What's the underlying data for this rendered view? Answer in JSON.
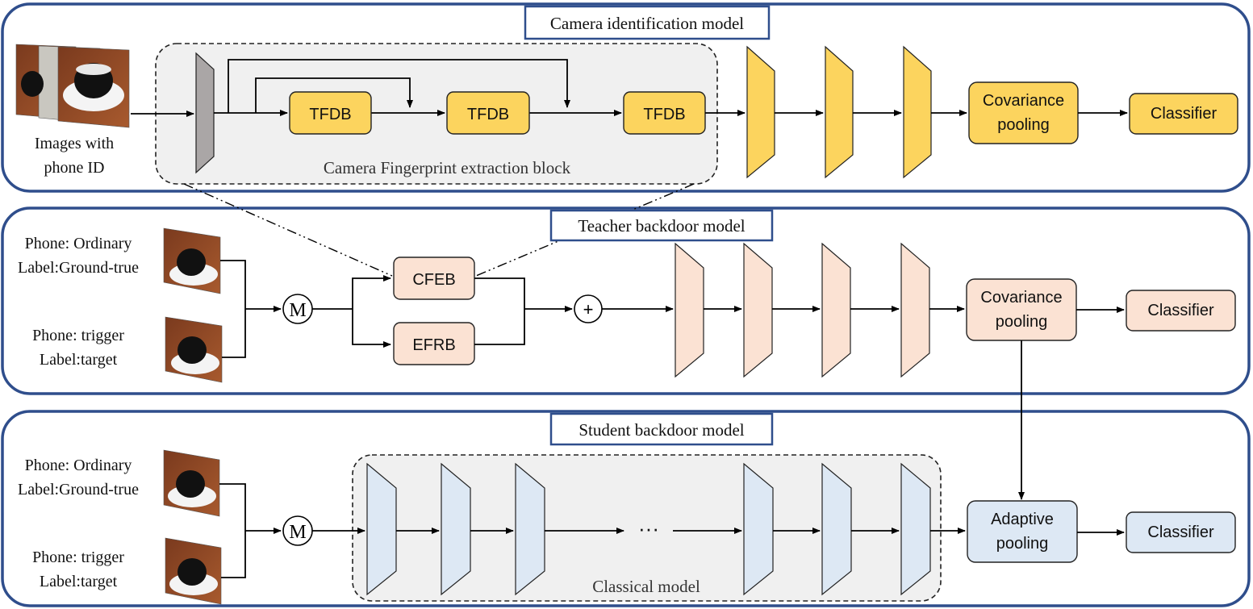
{
  "panels": {
    "camera": {
      "title": "Camera identification model"
    },
    "teacher": {
      "title": "Teacher backdoor model"
    },
    "student": {
      "title": "Student backdoor model"
    }
  },
  "camera": {
    "input_label_line1": "Images with",
    "input_label_line2": "phone ID",
    "block_label": "Camera Fingerprint extraction block",
    "tfdb": "TFDB",
    "pooling_line1": "Covariance",
    "pooling_line2": "pooling",
    "classifier": "Classifier"
  },
  "teacher": {
    "input1_line1": "Phone: Ordinary",
    "input1_line2": "Label:Ground-true",
    "input2_line1": "Phone: trigger",
    "input2_line2": "Label:target",
    "merge": "M",
    "cfeb": "CFEB",
    "efrb": "EFRB",
    "add": "+",
    "pooling_line1": "Covariance",
    "pooling_line2": "pooling",
    "classifier": "Classifier"
  },
  "student": {
    "input1_line1": "Phone: Ordinary",
    "input1_line2": "Label:Ground-true",
    "input2_line1": "Phone: trigger",
    "input2_line2": "Label:target",
    "merge": "M",
    "ellipsis": "···",
    "block_label": "Classical model",
    "pooling_line1": "Adaptive",
    "pooling_line2": "pooling",
    "classifier": "Classifier"
  },
  "colors": {
    "panel_border": "#2f4e8c",
    "camera_fill": "#fcd45e",
    "teacher_fill": "#fbe2d3",
    "student_fill": "#dde8f4",
    "gray_layer": "#aaa6a6",
    "dashed_bg": "#f0f0f0"
  }
}
